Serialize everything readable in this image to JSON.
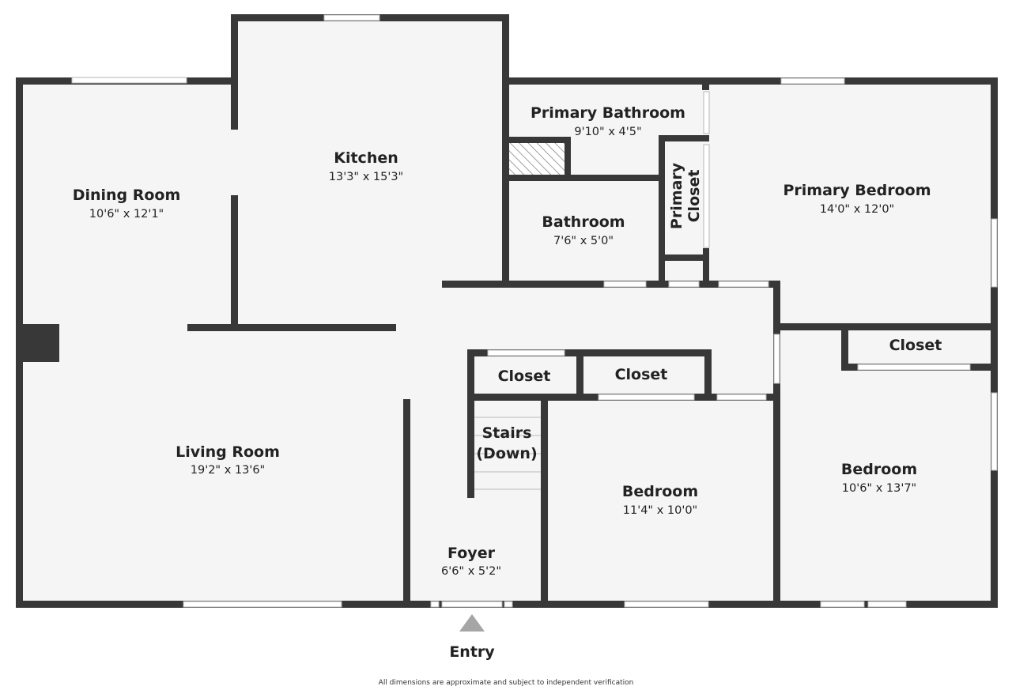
{
  "plan": {
    "colors": {
      "wall": "#383838",
      "floor": "#f5f5f5",
      "window": "#ffffff",
      "text": "#222222",
      "entry_arrow": "#a6a6a6"
    },
    "rooms": {
      "dining_room": {
        "name": "Dining Room",
        "dims": "10'6\" x 12'1\""
      },
      "kitchen": {
        "name": "Kitchen",
        "dims": "13'3\" x 15'3\""
      },
      "primary_bathroom": {
        "name": "Primary Bathroom",
        "dims": "9'10\" x 4'5\""
      },
      "primary_closet": {
        "name_line1": "Primary",
        "name_line2": "Closet"
      },
      "primary_bedroom": {
        "name": "Primary Bedroom",
        "dims": "14'0\" x 12'0\""
      },
      "bathroom": {
        "name": "Bathroom",
        "dims": "7'6\" x 5'0\""
      },
      "closet_hall_1": {
        "name": "Closet"
      },
      "closet_hall_2": {
        "name": "Closet"
      },
      "closet_bedroom": {
        "name": "Closet"
      },
      "stairs": {
        "name_line1": "Stairs",
        "name_line2": "(Down)"
      },
      "living_room": {
        "name": "Living Room",
        "dims": "19'2\" x 13'6\""
      },
      "bedroom_1": {
        "name": "Bedroom",
        "dims": "11'4\" x 10'0\""
      },
      "bedroom_2": {
        "name": "Bedroom",
        "dims": "10'6\" x 13'7\""
      },
      "foyer": {
        "name": "Foyer",
        "dims": "6'6\" x 5'2\""
      }
    },
    "entry_label": "Entry",
    "disclaimer": "All dimensions are approximate and subject to independent verification"
  }
}
